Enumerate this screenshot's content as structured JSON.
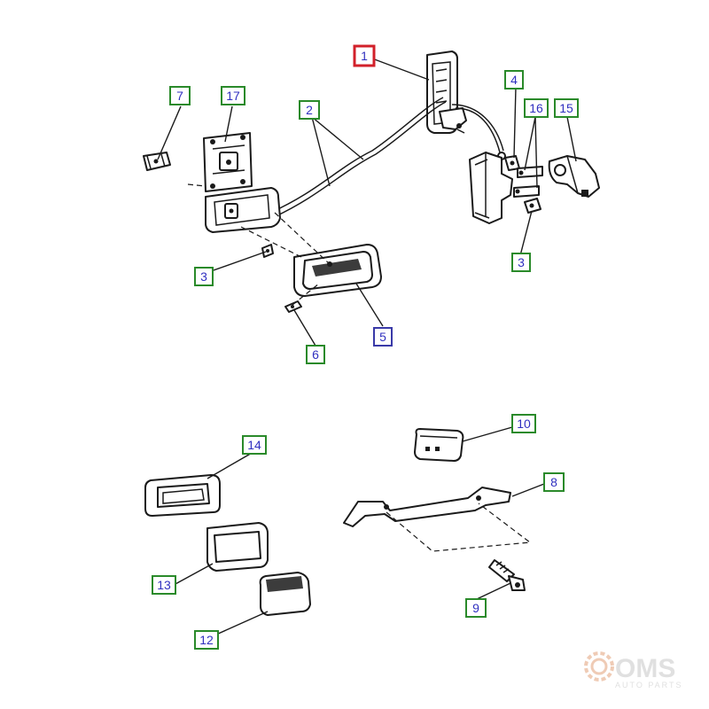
{
  "diagram": {
    "callouts": [
      {
        "id": "c1",
        "text": "1",
        "style": "red"
      },
      {
        "id": "c2",
        "text": "2",
        "style": "green"
      },
      {
        "id": "c3a",
        "text": "3",
        "style": "green"
      },
      {
        "id": "c3b",
        "text": "3",
        "style": "green"
      },
      {
        "id": "c4",
        "text": "4",
        "style": "green"
      },
      {
        "id": "c5",
        "text": "5",
        "style": "blue"
      },
      {
        "id": "c6",
        "text": "6",
        "style": "green"
      },
      {
        "id": "c7",
        "text": "7",
        "style": "green"
      },
      {
        "id": "c8",
        "text": "8",
        "style": "green"
      },
      {
        "id": "c9",
        "text": "9",
        "style": "green"
      },
      {
        "id": "c10",
        "text": "10",
        "style": "green"
      },
      {
        "id": "c12",
        "text": "12",
        "style": "green"
      },
      {
        "id": "c13",
        "text": "13",
        "style": "green"
      },
      {
        "id": "c14",
        "text": "14",
        "style": "green"
      },
      {
        "id": "c15",
        "text": "15",
        "style": "green"
      },
      {
        "id": "c16",
        "text": "16",
        "style": "green"
      },
      {
        "id": "c17",
        "text": "17",
        "style": "green"
      }
    ]
  },
  "watermark": {
    "brand": "OMS",
    "tagline": "AUTO PARTS"
  },
  "colors": {
    "highlight": "#d2202a",
    "callout_green": "#2a8a2a",
    "callout_blue": "#3a3aa8",
    "label_text": "#3030c0"
  }
}
